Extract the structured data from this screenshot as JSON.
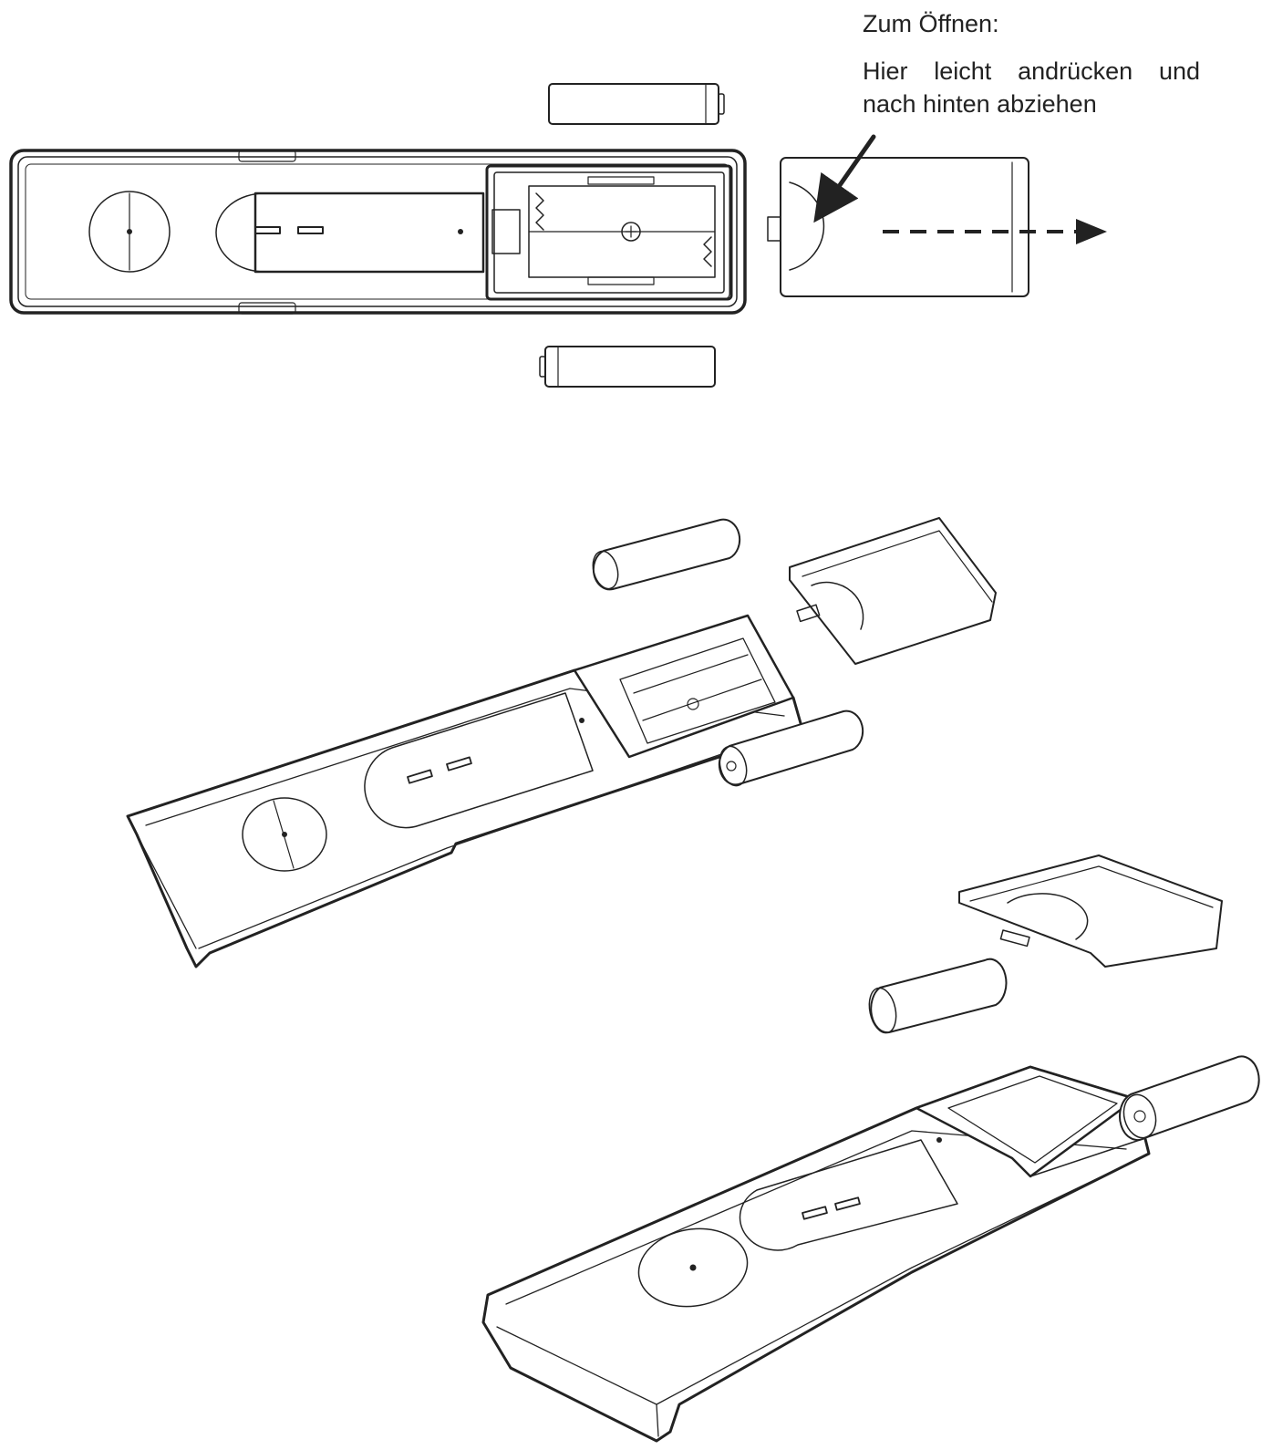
{
  "instructions": {
    "heading": "Zum Öffnen:",
    "line1": "Hier leicht andrücken und",
    "line2": "nach hinten abziehen"
  },
  "icons": {
    "arrow": "pointer-arrow-icon",
    "dashed_arrow": "dashed-direction-arrow-icon"
  },
  "colors": {
    "line": "#222222",
    "fill": "#ffffff"
  }
}
